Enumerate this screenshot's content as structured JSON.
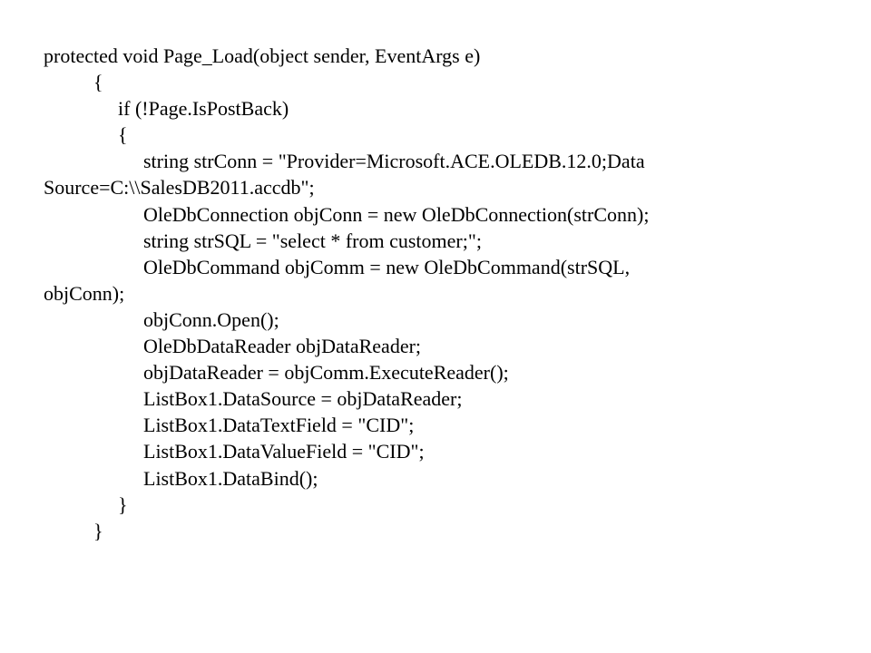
{
  "code": {
    "lines": [
      "protected void Page_Load(object sender, EventArgs e)",
      "{",
      "if (!Page.IsPostBack)",
      "{",
      "string strConn = \"Provider=Microsoft.ACE.OLEDB.12.0;Data",
      "Source=C:\\\\SalesDB2011.accdb\";",
      "OleDbConnection objConn = new OleDbConnection(strConn);",
      "string strSQL = \"select * from customer;\";",
      "OleDbCommand objComm = new OleDbCommand(strSQL,",
      "objConn);",
      "objConn.Open();",
      "OleDbDataReader objDataReader;",
      "objDataReader = objComm.ExecuteReader();",
      "ListBox1.DataSource = objDataReader;",
      "ListBox1.DataTextField = \"CID\";",
      "ListBox1.DataValueField = \"CID\";",
      "ListBox1.DataBind();",
      "}",
      "}"
    ]
  }
}
